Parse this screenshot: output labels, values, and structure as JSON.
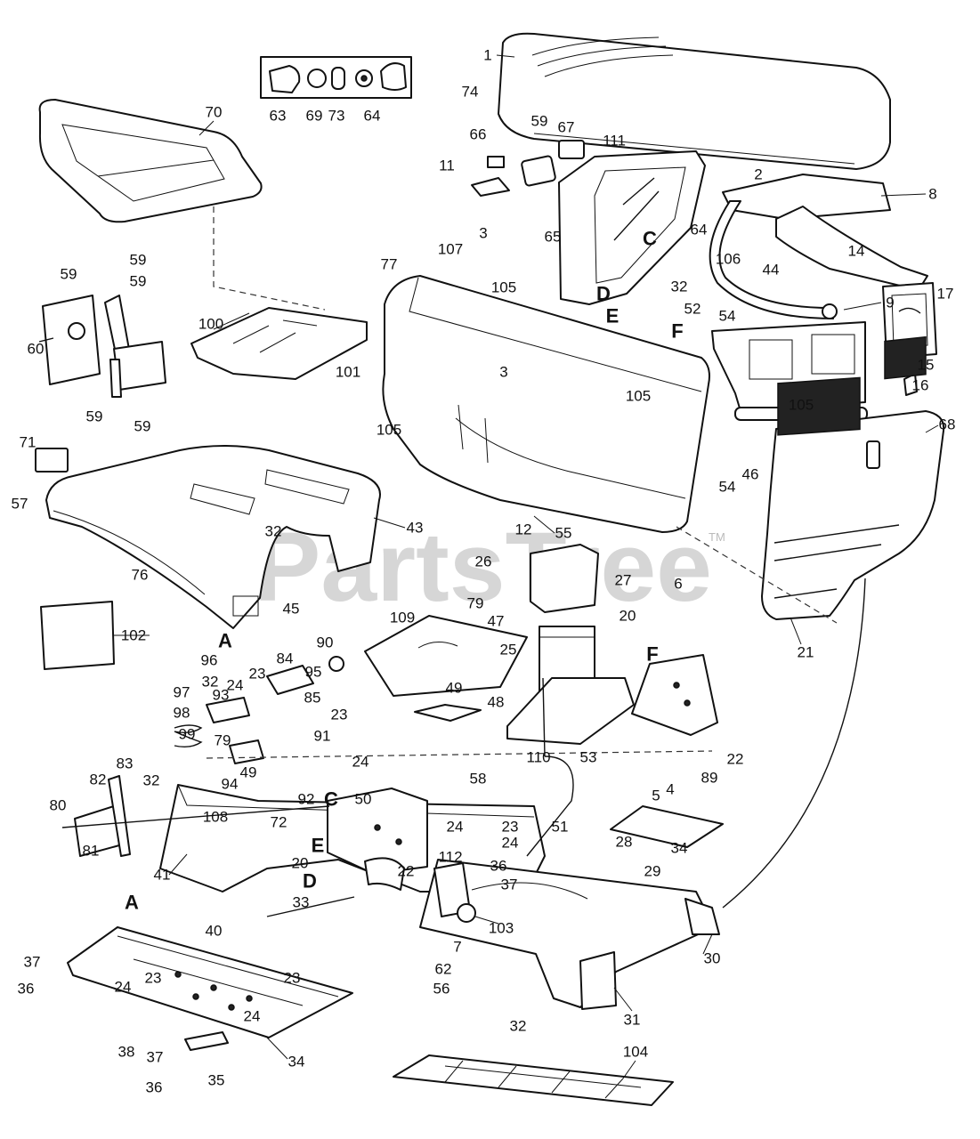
{
  "watermark": {
    "text": "PartsTree",
    "tm": "TM"
  },
  "callouts": [
    "1",
    "63",
    "69",
    "73",
    "64",
    "70",
    "74",
    "59",
    "67",
    "66",
    "111",
    "11",
    "2",
    "8",
    "3",
    "107",
    "65",
    "64",
    "106",
    "44",
    "14",
    "77",
    "105",
    "32",
    "9",
    "17",
    "52",
    "54",
    "59",
    "59",
    "59",
    "60",
    "59",
    "59",
    "100",
    "101",
    "3",
    "105",
    "105",
    "15",
    "16",
    "105",
    "68",
    "71",
    "57",
    "46",
    "54",
    "43",
    "32",
    "76",
    "55",
    "12",
    "26",
    "6",
    "21",
    "102",
    "45",
    "109",
    "79",
    "27",
    "47",
    "20",
    "90",
    "84",
    "96",
    "25",
    "95",
    "32",
    "24",
    "23",
    "97",
    "93",
    "85",
    "49",
    "48",
    "98",
    "23",
    "99",
    "91",
    "79",
    "24",
    "49",
    "110",
    "53",
    "22",
    "89",
    "32",
    "83",
    "82",
    "94",
    "58",
    "5",
    "4",
    "92",
    "50",
    "80",
    "108",
    "72",
    "24",
    "23",
    "24",
    "51",
    "81",
    "28",
    "34",
    "112",
    "36",
    "37",
    "29",
    "20",
    "22",
    "41",
    "103",
    "30",
    "7",
    "40",
    "33",
    "37",
    "62",
    "56",
    "23",
    "23",
    "24",
    "24",
    "36",
    "31",
    "32",
    "38",
    "37",
    "34",
    "36",
    "35",
    "104"
  ],
  "markers": [
    "A",
    "C",
    "D",
    "E",
    "F",
    "F",
    "C",
    "E",
    "D",
    "A"
  ]
}
